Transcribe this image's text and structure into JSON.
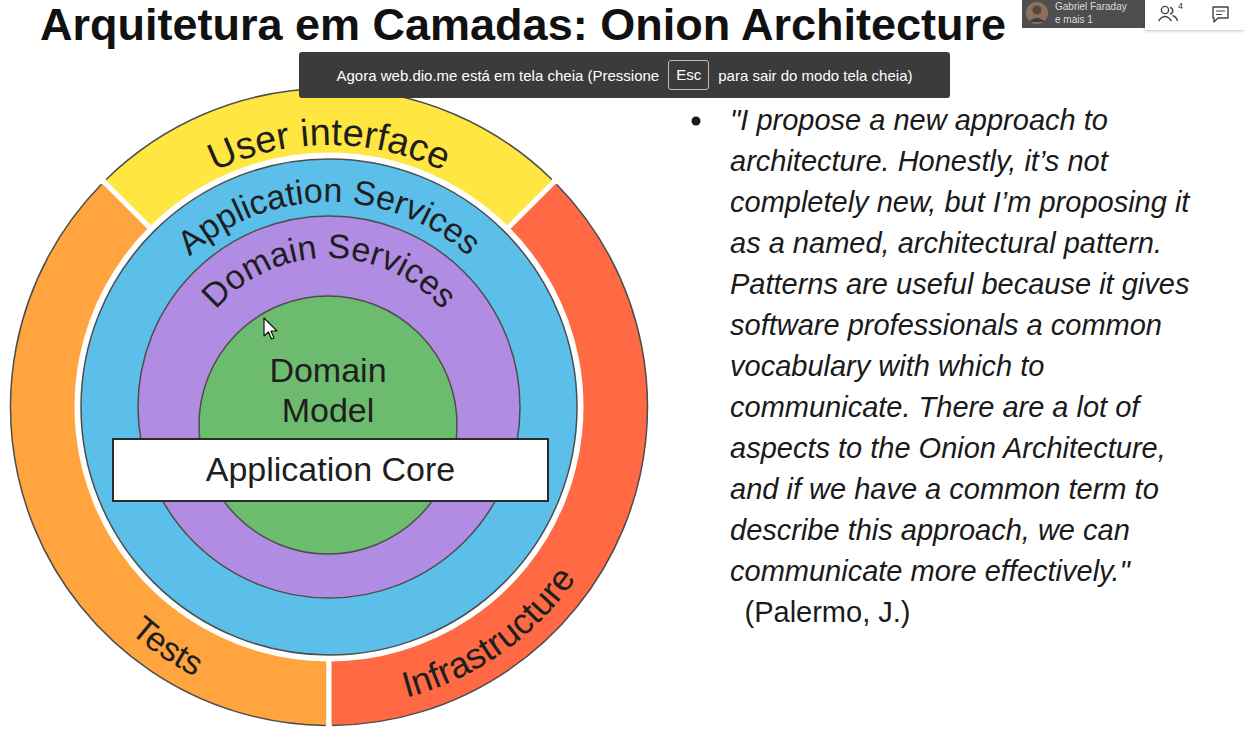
{
  "diagram": {
    "title": "Arquitetura em Camadas: Onion Architecture",
    "nodes": [
      {
        "text": [
          "User interface"
        ]
      },
      {
        "text": [
          "Application Services"
        ]
      },
      {
        "text": [
          "Domain Services"
        ],
        "in": 1
      },
      {
        "text": [
          "Domain Model"
        ],
        "in": 2
      },
      {
        "text": [
          "Application Core"
        ],
        "in": 1
      },
      {
        "text": [
          "Tests"
        ]
      },
      {
        "text": [
          "Infrastructure"
        ]
      }
    ],
    "labels": [
      "Agora web.dio.me está em tela cheia (Pressione",
      "Esc",
      "para sair do modo tela cheia)",
      "Gabriel Faraday",
      "e mais 1",
      "4",
      "\"I propose a new approach to architecture. Honestly, it’s not completely new, but I’m proposing it as a named, architectural pattern. Patterns are useful because it gives software professionals a common vocabulary with which to communicate. There are a lot of aspects to the Onion Architecture, and if we have a common term to describe this approach, we can communicate more effectively.\"",
      "(Palermo, J.)"
    ]
  }
}
